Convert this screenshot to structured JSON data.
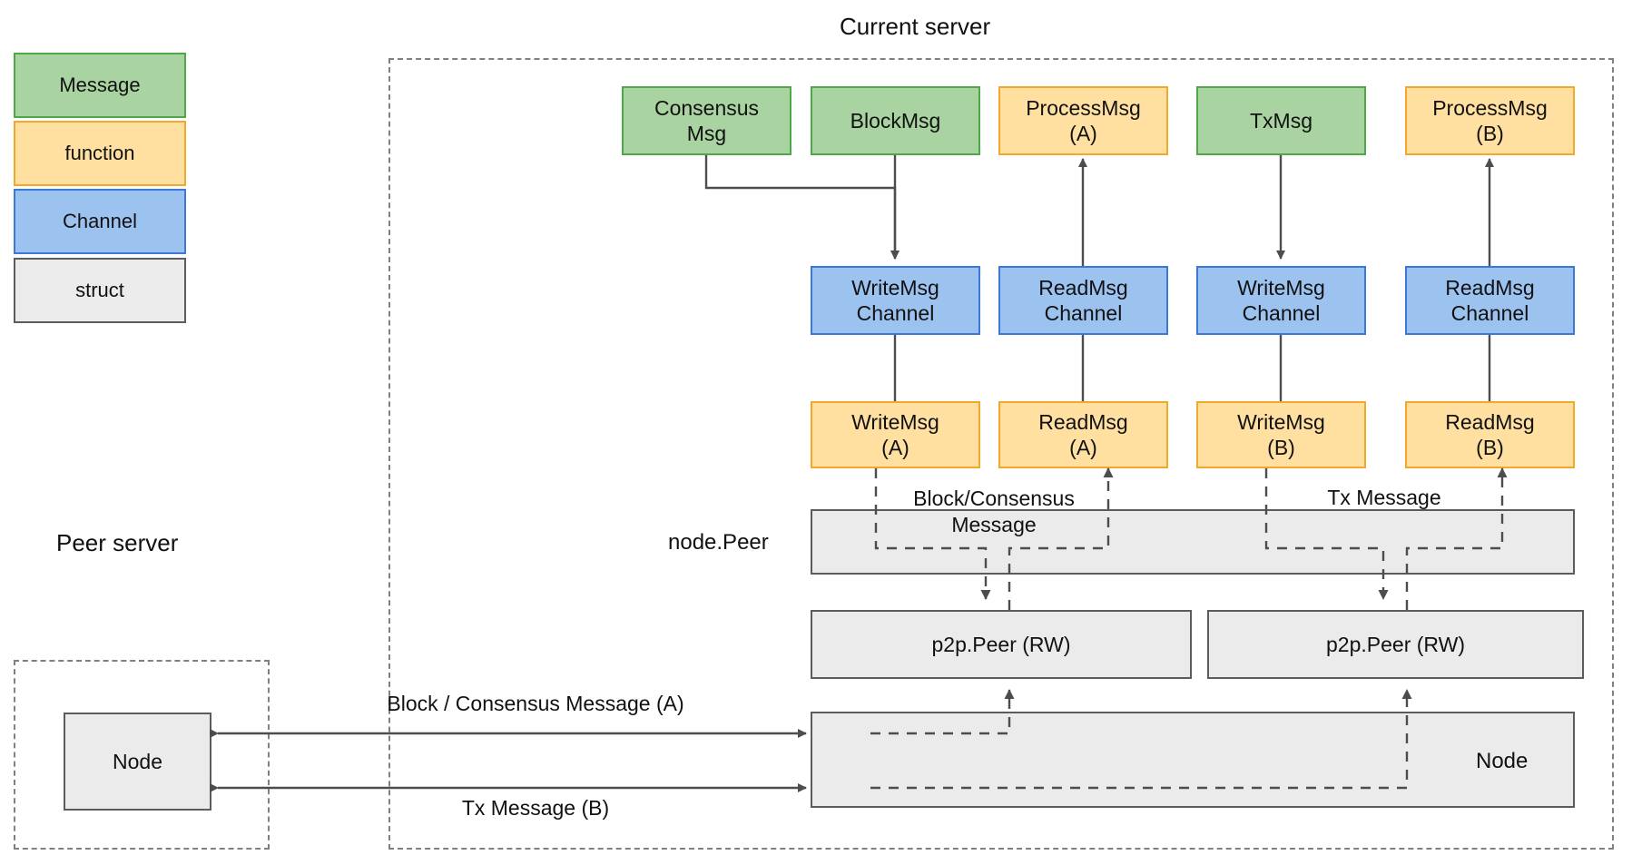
{
  "diagram": {
    "title_current_server": "Current server",
    "title_peer_server": "Peer server",
    "legend": [
      {
        "label": "Message",
        "kind": "message",
        "color": "#A9D3A0"
      },
      {
        "label": "function",
        "kind": "function",
        "color": "#FFE0A0"
      },
      {
        "label": "Channel",
        "kind": "channel",
        "color": "#9CC2F0"
      },
      {
        "label": "struct",
        "kind": "struct",
        "color": "#EBEBEB"
      }
    ],
    "messages": [
      {
        "id": "consensus-msg",
        "label": "Consensus\nMsg",
        "line1": "Consensus",
        "line2": "Msg"
      },
      {
        "id": "block-msg",
        "label": "BlockMsg",
        "line1": "BlockMsg",
        "line2": ""
      },
      {
        "id": "process-msg-a",
        "label": "ProcessMsg\n(A)",
        "line1": "ProcessMsg",
        "line2": "(A)"
      },
      {
        "id": "tx-msg",
        "label": "TxMsg",
        "line1": "TxMsg",
        "line2": ""
      },
      {
        "id": "process-msg-b",
        "label": "ProcessMsg\n(B)",
        "line1": "ProcessMsg",
        "line2": "(B)"
      }
    ],
    "channels": [
      {
        "id": "writemsg-channel-a",
        "line1": "WriteMsg",
        "line2": "Channel"
      },
      {
        "id": "readmsg-channel-a",
        "line1": "ReadMsg",
        "line2": "Channel"
      },
      {
        "id": "writemsg-channel-b",
        "line1": "WriteMsg",
        "line2": "Channel"
      },
      {
        "id": "readmsg-channel-b",
        "line1": "ReadMsg",
        "line2": "Channel"
      }
    ],
    "functions": [
      {
        "id": "writemsg-a",
        "line1": "WriteMsg",
        "line2": "(A)"
      },
      {
        "id": "readmsg-a",
        "line1": "ReadMsg",
        "line2": "(A)"
      },
      {
        "id": "writemsg-b",
        "line1": "WriteMsg",
        "line2": "(B)"
      },
      {
        "id": "readmsg-b",
        "line1": "ReadMsg",
        "line2": "(B)"
      }
    ],
    "structs": {
      "node_peer_label": "node.Peer",
      "p2p_peer_left": "p2p.Peer (RW)",
      "p2p_peer_right": "p2p.Peer (RW)",
      "node_current": "Node",
      "node_peer_server": "Node"
    },
    "edge_labels": {
      "block_consensus_line1": "Block/Consensus",
      "block_consensus_line2": "Message",
      "tx_message": "Tx Message",
      "block_consensus_a": "Block / Consensus Message (A)",
      "tx_message_b": "Tx Message (B)"
    },
    "colors": {
      "message_fill": "#A9D3A0",
      "message_stroke": "#4EA84B",
      "function_fill": "#FFE0A0",
      "function_stroke": "#F0A92B",
      "channel_fill": "#9CC2F0",
      "channel_stroke": "#3B78D8",
      "struct_fill": "#EBEBEB",
      "struct_stroke": "#5C5C5C",
      "connector": "#4D4D4D",
      "dashed_region": "#808080"
    }
  }
}
